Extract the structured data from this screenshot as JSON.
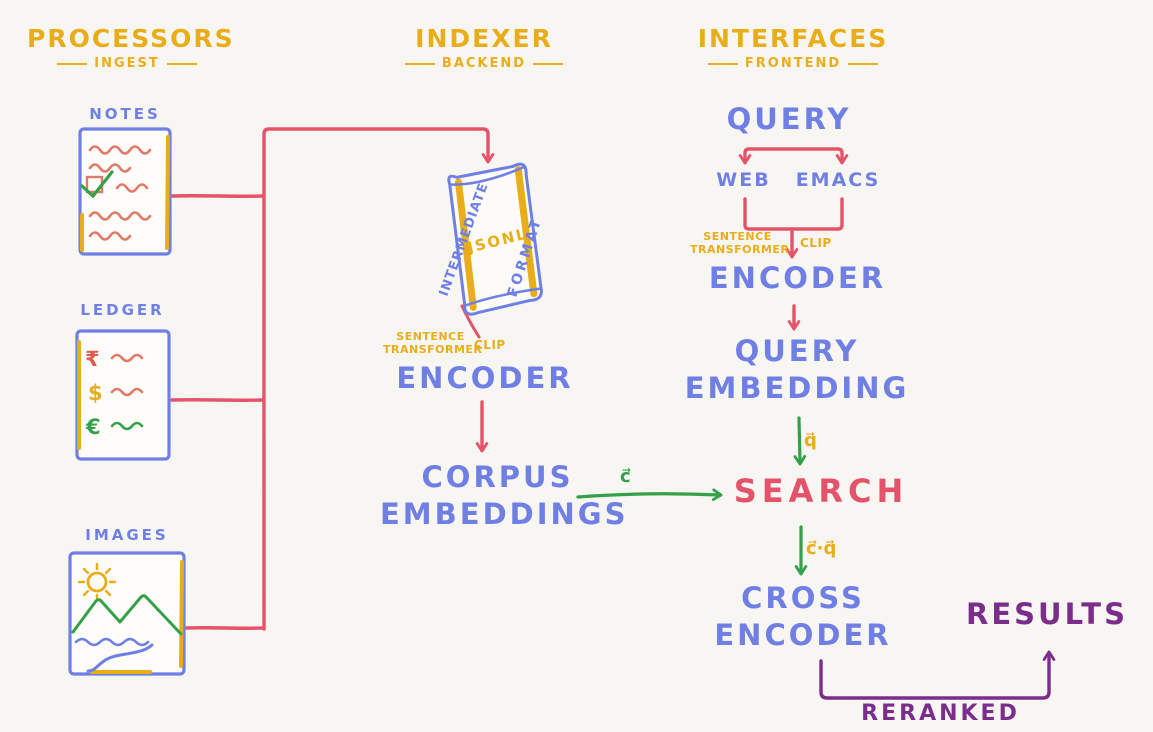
{
  "colors": {
    "background": "#f8f6f2",
    "gold": "#e9ad1a",
    "periwinkle_blue": "#6f7fe4",
    "red": "#e5536a",
    "salmon": "#e1796a",
    "green": "#35a04a",
    "purple": "#7b2d8b"
  },
  "headers": {
    "processors": {
      "title": "PROCESSORS",
      "subtitle": "INGEST"
    },
    "indexer": {
      "title": "INDEXER",
      "subtitle": "BACKEND"
    },
    "interfaces": {
      "title": "INTERFACES",
      "subtitle": "FRONTEND"
    }
  },
  "processors": {
    "notes": {
      "label": "NOTES"
    },
    "ledger": {
      "label": "LEDGER",
      "symbols": [
        "₹",
        "$",
        "€"
      ]
    },
    "images": {
      "label": "IMAGES"
    }
  },
  "indexer": {
    "scroll": {
      "side_left": "INTERMEDIATE",
      "center": "JSONL",
      "side_right": "FORMAT"
    },
    "encoder_caption": {
      "line1": "SENTENCE",
      "line2": "TRANSFORMER",
      "side": "CLIP"
    },
    "encoder": "ENCODER",
    "corpus_embeddings": {
      "line1": "CORPUS",
      "line2": "EMBEDDINGS"
    }
  },
  "interfaces": {
    "query": "QUERY",
    "web": "WEB",
    "emacs": "EMACS",
    "encoder_caption": {
      "line1": "SENTENCE",
      "line2": "TRANSFORMER",
      "side": "CLIP"
    },
    "encoder": "ENCODER",
    "query_embedding": {
      "line1": "QUERY",
      "line2": "EMBEDDING"
    },
    "search": "SEARCH",
    "cross_encoder": {
      "line1": "CROSS",
      "line2": "ENCODER"
    },
    "results": "RESULTS",
    "reranked": "RERANKED"
  },
  "edge_labels": {
    "corpus_vector": "c⃗",
    "query_vector": "q⃗",
    "similarity": "c⃗·q⃗"
  }
}
